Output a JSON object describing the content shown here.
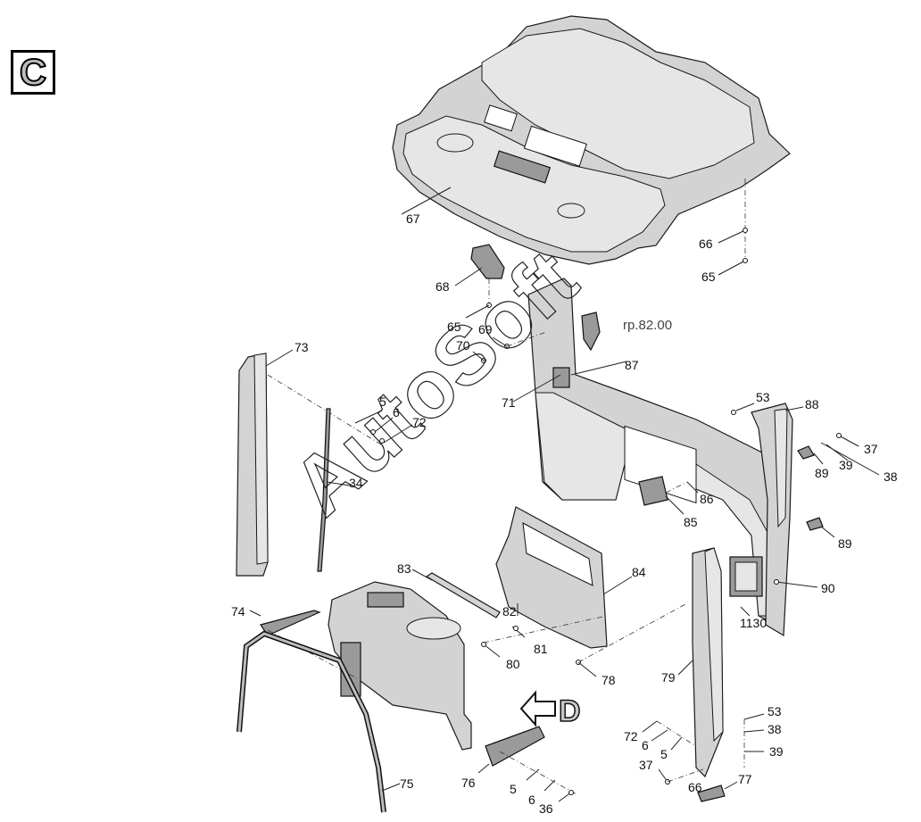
{
  "section_letter": "C",
  "reference_text": "rp.82.00",
  "watermark_text": "AutoSoft",
  "direction_marker": "D",
  "callouts": [
    {
      "id": "c67",
      "text": "67"
    },
    {
      "id": "c66a",
      "text": "66"
    },
    {
      "id": "c65a",
      "text": "65"
    },
    {
      "id": "c68",
      "text": "68"
    },
    {
      "id": "c65b",
      "text": "65"
    },
    {
      "id": "c69",
      "text": "69"
    },
    {
      "id": "c70",
      "text": "70"
    },
    {
      "id": "c73",
      "text": "73"
    },
    {
      "id": "c87",
      "text": "87"
    },
    {
      "id": "c71",
      "text": "71"
    },
    {
      "id": "c5a",
      "text": "5"
    },
    {
      "id": "c6a",
      "text": "6"
    },
    {
      "id": "c72a",
      "text": "72"
    },
    {
      "id": "c53a",
      "text": "53"
    },
    {
      "id": "c88",
      "text": "88"
    },
    {
      "id": "c37a",
      "text": "37"
    },
    {
      "id": "c89a",
      "text": "89"
    },
    {
      "id": "c39a",
      "text": "39"
    },
    {
      "id": "c38a",
      "text": "38"
    },
    {
      "id": "c34",
      "text": "34"
    },
    {
      "id": "c86",
      "text": "86"
    },
    {
      "id": "c85",
      "text": "85"
    },
    {
      "id": "c89b",
      "text": "89"
    },
    {
      "id": "c83",
      "text": "83"
    },
    {
      "id": "c84",
      "text": "84"
    },
    {
      "id": "c90",
      "text": "90"
    },
    {
      "id": "c74",
      "text": "74"
    },
    {
      "id": "c82",
      "text": "82"
    },
    {
      "id": "c1130",
      "text": "1130"
    },
    {
      "id": "c81",
      "text": "81"
    },
    {
      "id": "c80",
      "text": "80"
    },
    {
      "id": "c79",
      "text": "79"
    },
    {
      "id": "c78",
      "text": "78"
    },
    {
      "id": "c53b",
      "text": "53"
    },
    {
      "id": "c38b",
      "text": "38"
    },
    {
      "id": "c72b",
      "text": "72"
    },
    {
      "id": "c6b",
      "text": "6"
    },
    {
      "id": "c5b",
      "text": "5"
    },
    {
      "id": "c39b",
      "text": "39"
    },
    {
      "id": "c37b",
      "text": "37"
    },
    {
      "id": "c66b",
      "text": "66"
    },
    {
      "id": "c77",
      "text": "77"
    },
    {
      "id": "c75",
      "text": "75"
    },
    {
      "id": "c76",
      "text": "76"
    },
    {
      "id": "c5c",
      "text": "5"
    },
    {
      "id": "c6c",
      "text": "6"
    },
    {
      "id": "c36",
      "text": "36"
    }
  ]
}
